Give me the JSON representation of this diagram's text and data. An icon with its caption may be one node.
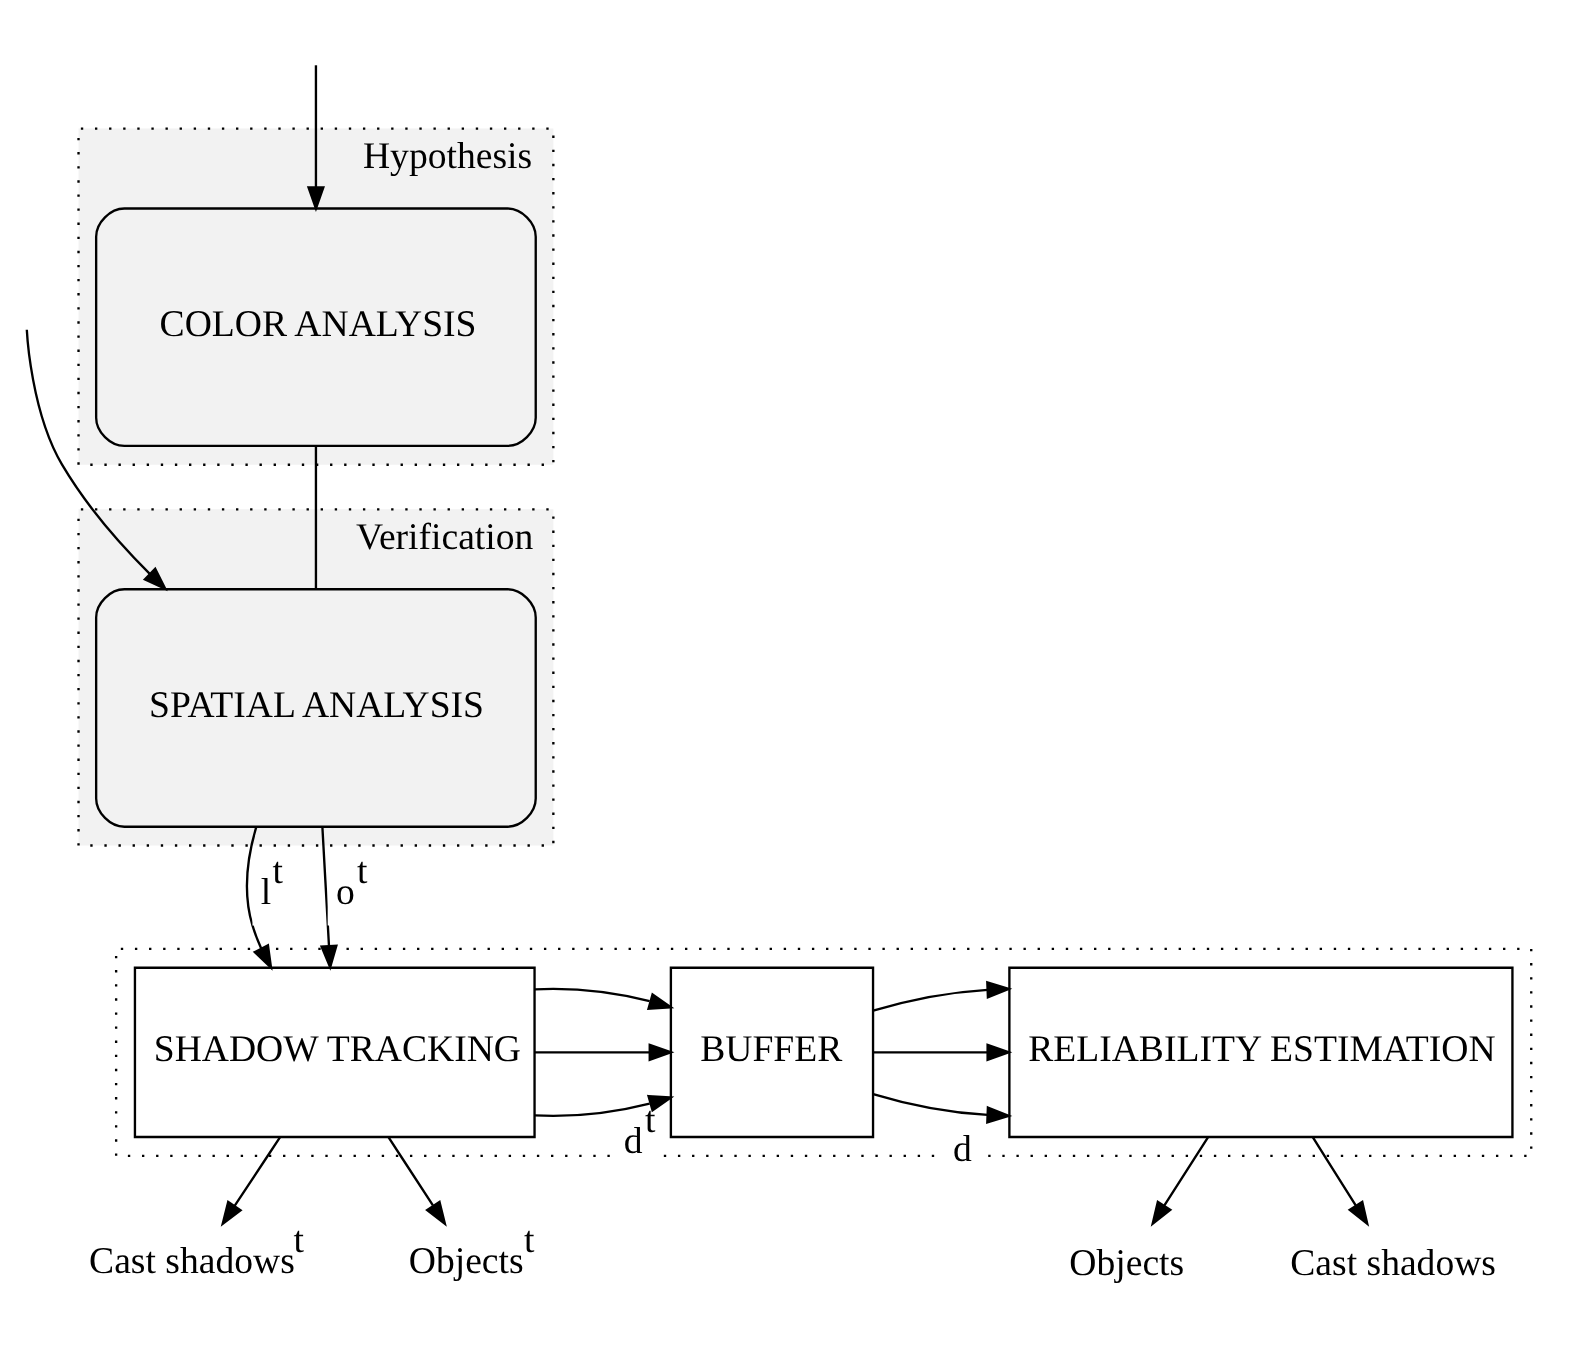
{
  "diagram": {
    "nodes": [
      {
        "text": [
          "Hypothesis"
        ]
      },
      {
        "text": [
          "COLOR ANALYSIS"
        ],
        "in": 0
      },
      {
        "text": [
          "Verification"
        ]
      },
      {
        "text": [
          "SPATIAL ANALYSIS"
        ],
        "in": 2
      },
      {
        "text": [],
        "shape": "box"
      },
      {
        "text": [
          "SHADOW TRACKING"
        ],
        "in": 4
      },
      {
        "text": [
          "BUFFER"
        ],
        "in": 4
      },
      {
        "text": [
          "RELIABILITY ESTIMATION"
        ],
        "in": 4
      },
      {
        "text": [
          "Cast shadows$^{t}$"
        ]
      },
      {
        "text": [
          "Objects$^{t}$"
        ]
      },
      {
        "text": [
          "Objects"
        ]
      },
      {
        "text": [
          "Cast shadows"
        ]
      }
    ],
    "edges": [
      {
        "from": null,
        "to": 1,
        "arrow": "to"
      },
      {
        "from": null,
        "to": 3,
        "arrow": "to"
      },
      {
        "from": 1,
        "to": 3,
        "arrow": "none"
      },
      {
        "from": 3,
        "to": 5,
        "arrow": "to",
        "label": "l$^{t}$"
      },
      {
        "from": 3,
        "to": 5,
        "arrow": "to",
        "label": "o$^{t}$"
      },
      {
        "from": 5,
        "to": 6,
        "arrow": "to",
        "label": "d$^{t}$"
      },
      {
        "from": 5,
        "to": 6,
        "arrow": "to"
      },
      {
        "from": 5,
        "to": 6,
        "arrow": "to"
      },
      {
        "from": 6,
        "to": 7,
        "arrow": "to",
        "label": "d"
      },
      {
        "from": 6,
        "to": 7,
        "arrow": "to"
      },
      {
        "from": 6,
        "to": 7,
        "arrow": "to"
      },
      {
        "from": 7,
        "to": 10,
        "arrow": "to"
      },
      {
        "from": 7,
        "to": 11,
        "arrow": "to"
      },
      {
        "from": 5,
        "to": 8,
        "arrow": "to"
      },
      {
        "from": 5,
        "to": 9,
        "arrow": "to"
      }
    ]
  }
}
